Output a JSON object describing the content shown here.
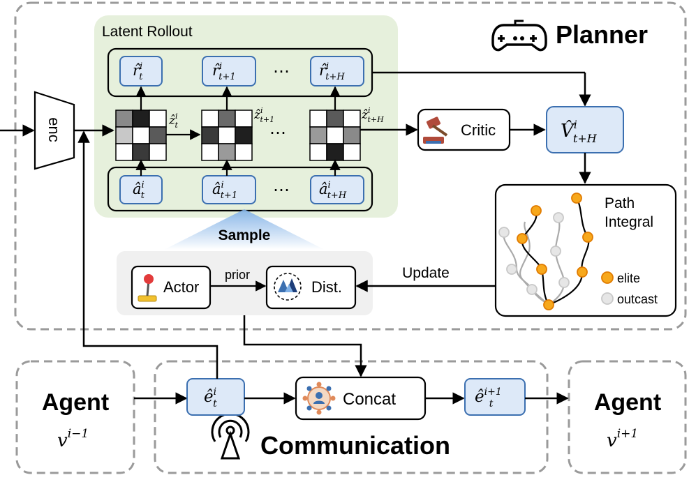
{
  "planner": {
    "title": "Planner"
  },
  "rollout": {
    "title": "Latent Rollout",
    "ellipsis": "⋯",
    "rewards": [
      {
        "base": "r̂",
        "sup": "i",
        "sub": "t"
      },
      {
        "base": "r̂",
        "sup": "i",
        "sub": "t+1"
      },
      {
        "base": "r̂",
        "sup": "i",
        "sub": "t+H"
      }
    ],
    "latents": [
      {
        "base": "ẑ",
        "sup": "i",
        "sub": "t"
      },
      {
        "base": "ẑ",
        "sup": "i",
        "sub": "t+1"
      },
      {
        "base": "ẑ",
        "sup": "i",
        "sub": "t+H"
      }
    ],
    "actions": [
      {
        "base": "â",
        "sup": "i",
        "sub": "t"
      },
      {
        "base": "â",
        "sup": "i",
        "sub": "t+1"
      },
      {
        "base": "â",
        "sup": "i",
        "sub": "t+H"
      }
    ]
  },
  "encoder": {
    "label": "enc"
  },
  "critic": {
    "label": "Critic"
  },
  "value": {
    "base": "V̂",
    "sup": "i",
    "sub": "t+H"
  },
  "sample": {
    "label": "Sample"
  },
  "actor": {
    "label": "Actor"
  },
  "prior": {
    "label": "prior"
  },
  "dist": {
    "label": "Dist."
  },
  "update": {
    "label": "Update"
  },
  "path_integral": {
    "title_line1": "Path",
    "title_line2": "Integral",
    "legend_elite": "elite",
    "legend_outcast": "outcast"
  },
  "communication": {
    "title": "Communication"
  },
  "message_in": {
    "base": "ê",
    "sup": "i",
    "sub": "t"
  },
  "concat": {
    "label": "Concat"
  },
  "message_out": {
    "base": "ê",
    "sup": "i+1",
    "sub": "t"
  },
  "agent_prev": {
    "label": "Agent",
    "base": "v",
    "sup": "i−1"
  },
  "agent_next": {
    "label": "Agent",
    "base": "v",
    "sup": "i+1"
  },
  "colors": {
    "node_fill": "#dde9f8",
    "node_stroke": "#3b6fb0",
    "rollout_bg": "#e6f0dc",
    "elite": "#f7a81c",
    "outcast": "#e6e6e6",
    "dash": "#9a9a9a"
  }
}
